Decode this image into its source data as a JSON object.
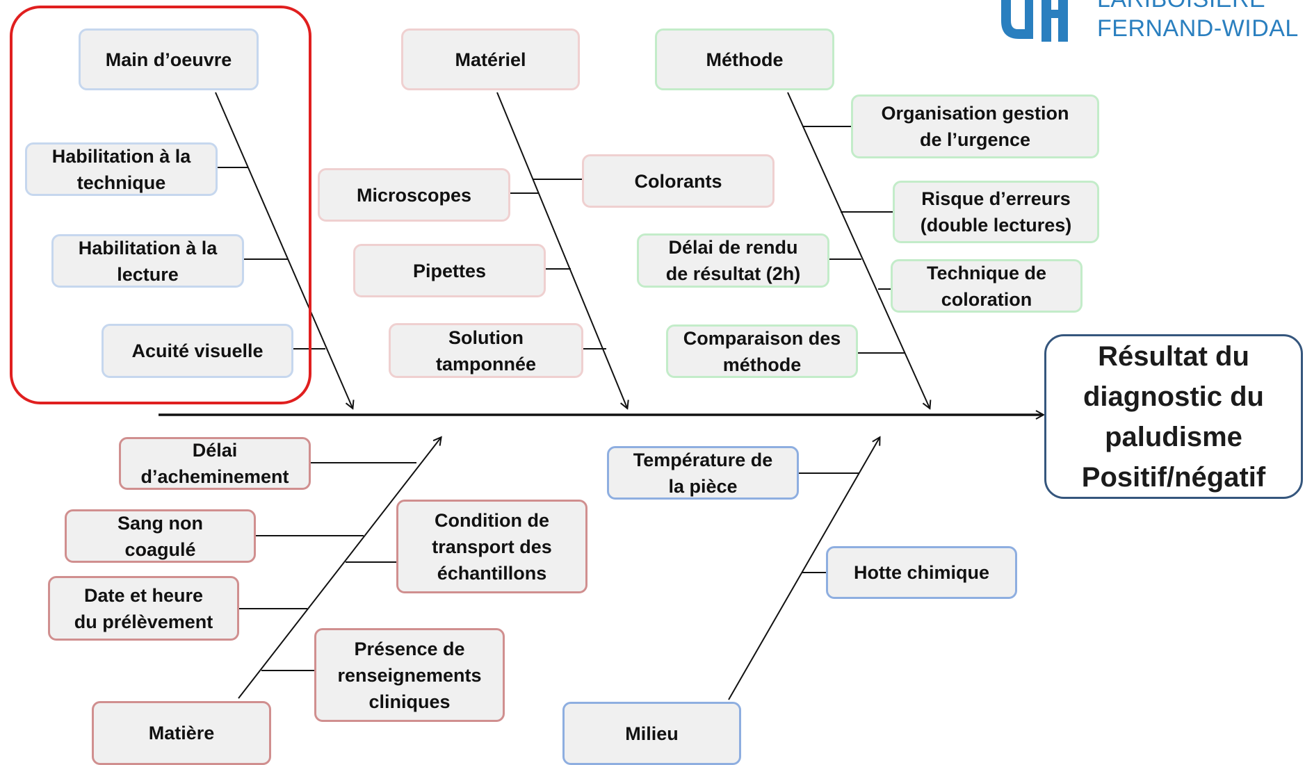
{
  "logo": {
    "line1": "LARIBOISIÈRE",
    "line2": "FERNAND-WIDAL"
  },
  "categories": {
    "main_oeuvre": "Main d’oeuvre",
    "materiel": "Matériel",
    "methode": "Méthode",
    "matiere": "Matière",
    "milieu": "Milieu"
  },
  "causes": {
    "habilitation_technique": "Habilitation à la\ntechnique",
    "habilitation_lecture": "Habilitation à la\nlecture",
    "acuite_visuelle": "Acuité visuelle",
    "microscopes": "Microscopes",
    "colorants": "Colorants",
    "pipettes": "Pipettes",
    "solution_tamponnee": "Solution\ntamponnée",
    "organisation_urgence": "Organisation gestion\nde l’urgence",
    "risque_erreurs": "Risque d’erreurs\n(double lectures)",
    "delai_rendu": "Délai de rendu\nde résultat (2h)",
    "technique_coloration": "Technique de\ncoloration",
    "comparaison_methode": "Comparaison des\nméthode",
    "delai_acheminement": "Délai\nd’acheminement",
    "sang_non_coagule": "Sang non\ncoagulé",
    "condition_transport": "Condition de\ntransport des\néchantillons",
    "date_heure_prelevement": "Date et heure\ndu prélèvement",
    "presence_renseignements": "Présence  de\nrenseignements\ncliniques",
    "temperature_piece": "Température de\nla pièce",
    "hotte_chimique": "Hotte chimique"
  },
  "result": "Résultat du\ndiagnostic du\npaludisme\nPositif/négatif",
  "colors": {
    "highlight": "#e01f1f",
    "result_border": "#35567d",
    "logo": "#2a7fbf",
    "main_oeuvre": "#c6d7ee",
    "materiel": "#efd0d0",
    "methode": "#c3ecc9",
    "matiere": "#d08f8f",
    "milieu": "#8eaee0"
  }
}
